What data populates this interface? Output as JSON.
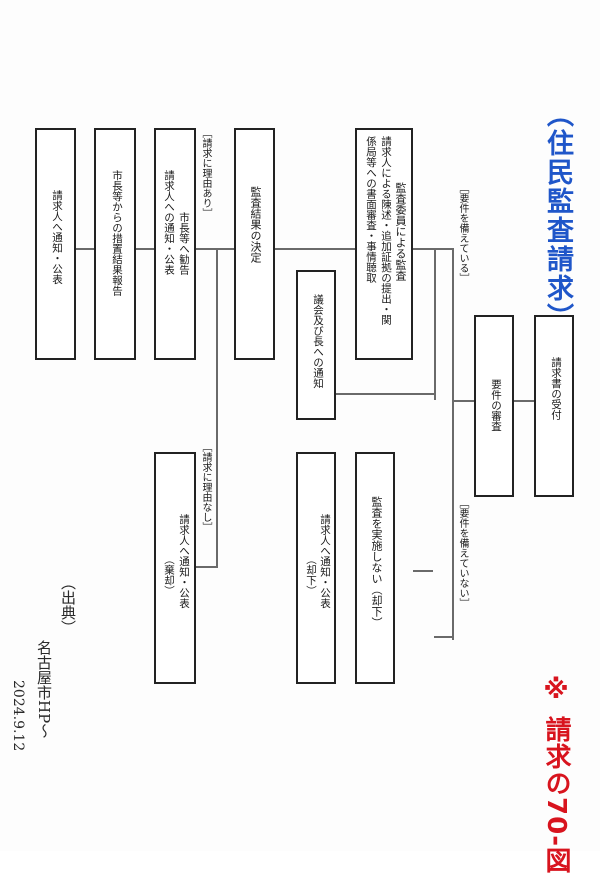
{
  "title": "（住民監査請求）",
  "red_note": "※ 請求の70-図",
  "labels": {
    "reqs_met": "［要件を備えている］",
    "reqs_not_met": "［要件を備えていない］",
    "reason_yes": "［請求に理由あり］",
    "reason_no": "［請求に理由なし］"
  },
  "boxes": {
    "receipt": "請求書の受付",
    "exam": "要件の審査",
    "audit": [
      "監査委員による監査",
      "請求人による陳述・追加証拠の提出・関",
      "係局等への書面審査・事情聴取"
    ],
    "notify_council": "議会及び長への通知",
    "no_audit": "監査を実施しない（却下）",
    "notify_reject": [
      "請求人へ通知・公表",
      "（却下）"
    ],
    "decision": "監査結果の決定",
    "recommend": [
      "市長等へ勧告",
      "請求人への通知・公表"
    ],
    "dismiss": [
      "請求人へ通知・公表",
      "（棄却）"
    ],
    "measures": "市長等からの措置結果報告",
    "final_notify": "請求人へ通知・公表"
  },
  "source": {
    "label": "（出典）",
    "name": "名古屋市HP～",
    "date": "2024.9.12"
  },
  "colors": {
    "title_blue": "#1f56c9",
    "note_red": "#d8141e"
  }
}
